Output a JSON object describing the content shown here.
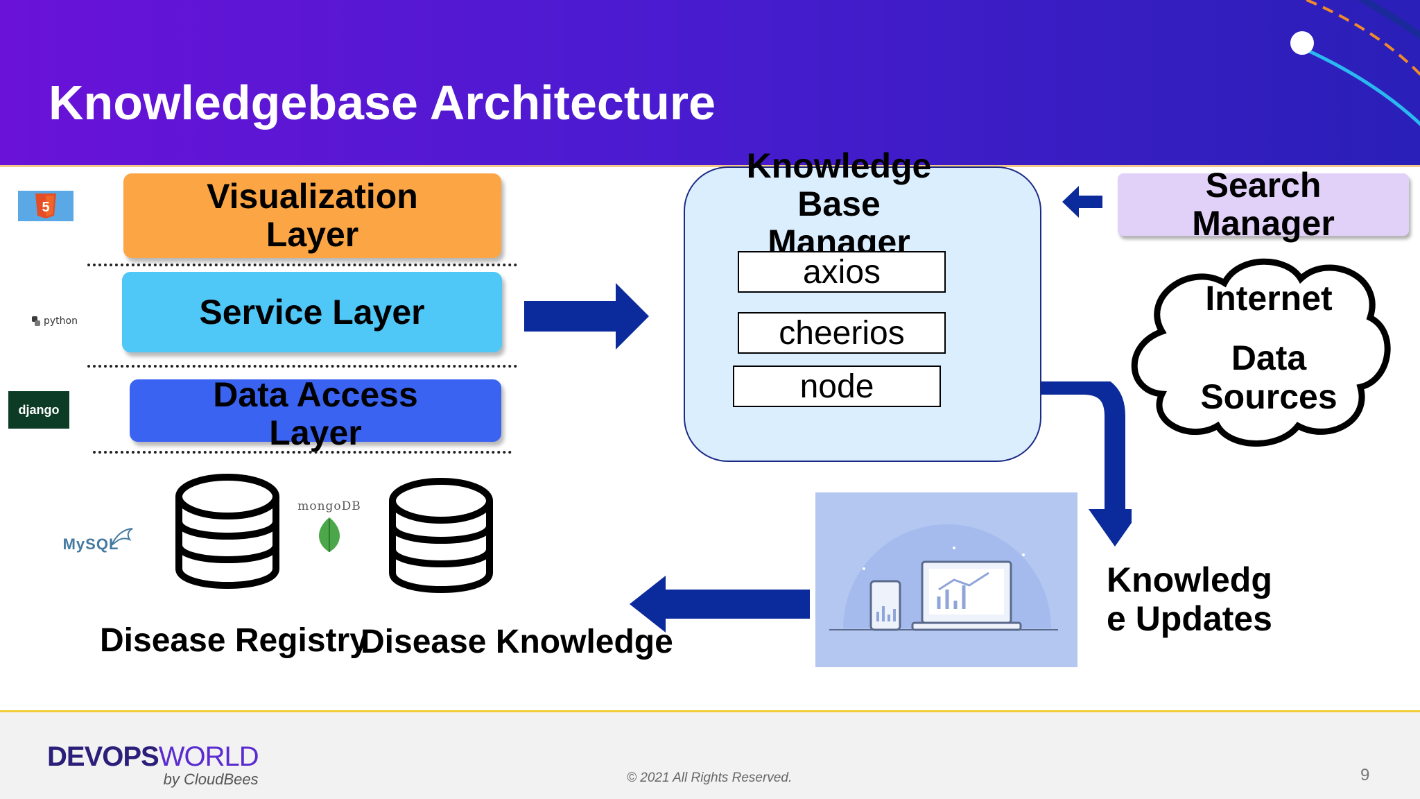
{
  "slide": {
    "title": "Knowledgebase Architecture",
    "footer": {
      "brand_main_bold": "DEVOPS",
      "brand_main_light": "WORLD",
      "brand_sub": "by CloudBees",
      "copyright": "© 2021 All Rights Reserved.",
      "page_number": "9"
    }
  },
  "stack": {
    "layers": [
      {
        "label_lines": [
          "Visualization",
          "Layer"
        ],
        "color": "#fba544"
      },
      {
        "label_lines": [
          "Service Layer"
        ],
        "color": "#4fc7f7"
      },
      {
        "label_lines": [
          "Data Access",
          "Layer"
        ],
        "color": "#3b63f2"
      }
    ],
    "logos": {
      "html5": "5",
      "python": "python",
      "django": "django",
      "mysql": "MySQL",
      "mongodb": "mongoDB"
    },
    "databases": {
      "registry_caption": "Disease Registry",
      "knowledge_caption": "Disease Knowledge"
    }
  },
  "kb_manager": {
    "title": "Knowledge Base Manager",
    "components": [
      "axios",
      "cheerios",
      "node"
    ],
    "fill": "#dbeefe"
  },
  "search_manager": {
    "label_lines": [
      "Search",
      "Manager"
    ],
    "color": "#e1d0f8"
  },
  "internet": {
    "label_lines": [
      "Internet",
      "Data",
      "Sources"
    ]
  },
  "updates": {
    "label_lines": [
      "Knowledg",
      "e Updates"
    ]
  },
  "colors": {
    "arrow": "#0b2a9c",
    "header_start": "#6a12d8",
    "header_end": "#2a1fb8"
  }
}
